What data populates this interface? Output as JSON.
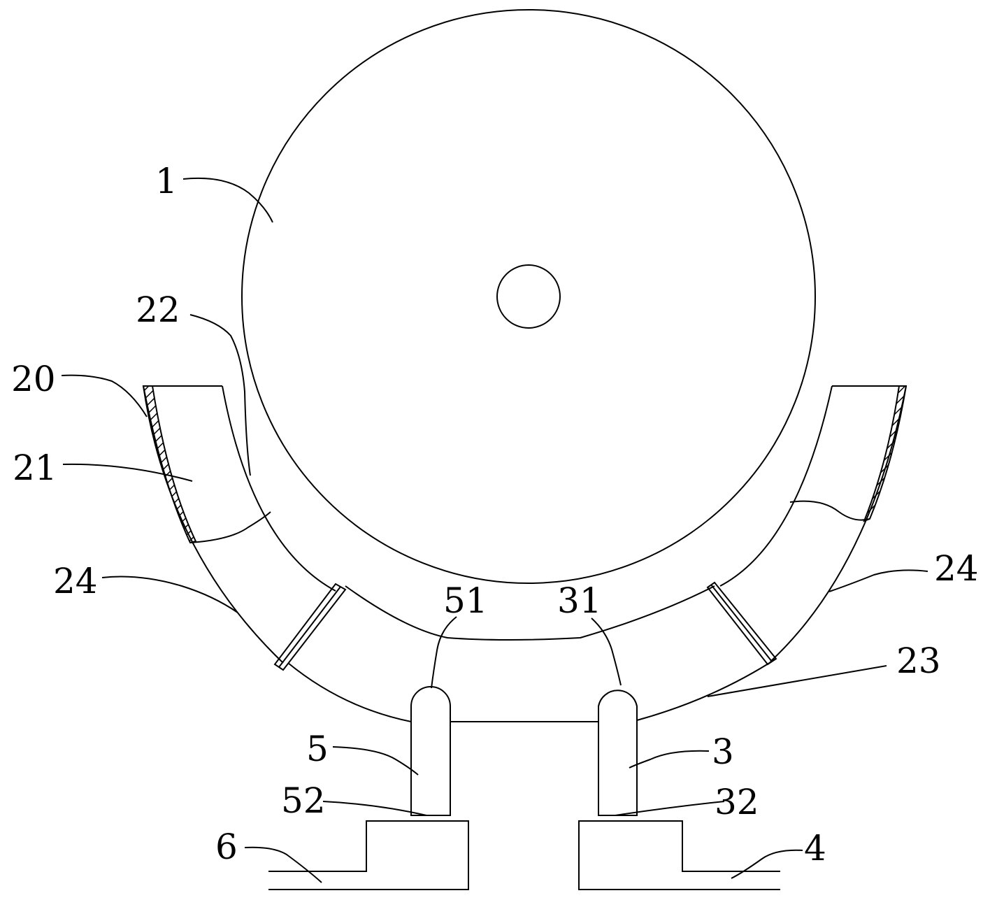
{
  "labels": {
    "l1": "1",
    "l22": "22",
    "l20": "20",
    "l21": "21",
    "l24_left": "24",
    "l24_right": "24",
    "l51": "51",
    "l31": "31",
    "l23": "23",
    "l5": "5",
    "l3": "3",
    "l52": "52",
    "l32": "32",
    "l6": "6",
    "l4": "4"
  },
  "colors": {
    "stroke": "#000000",
    "background": "#ffffff"
  }
}
